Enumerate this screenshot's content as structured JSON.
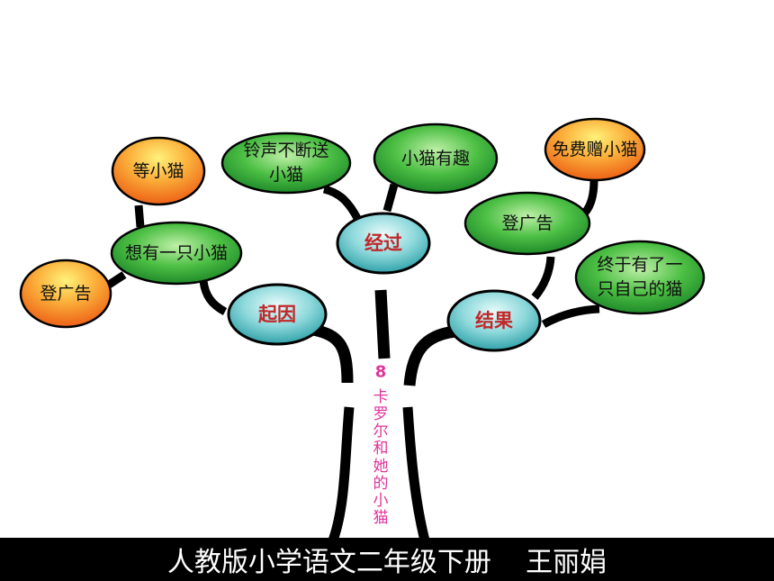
{
  "lesson": {
    "number": "8",
    "title_chars": [
      "卡",
      "罗",
      "尔",
      "和",
      "她",
      "的",
      "小",
      "猫"
    ]
  },
  "branches": {
    "cause": "起因",
    "process": "经过",
    "result": "结果"
  },
  "leaves": {
    "wait_cat": "等小猫",
    "want_cat": "想有一只小猫",
    "ad_left": "登广告",
    "bell_line1": "铃声不断送",
    "bell_line2": "小猫",
    "cat_fun": "小猫有趣",
    "free_gift": "免费赠小猫",
    "ad_right": "登广告",
    "own_cat_line1": "终于有了一",
    "own_cat_line2": "只自己的猫"
  },
  "footer": {
    "text": "人教版小学语文二年级下册    王丽娟"
  },
  "colors": {
    "green_leaf": "#3fb53a",
    "orange_leaf": "#f7941d",
    "teal_key": "#5fc4c9",
    "branch": "#000000",
    "key_text": "#c0282a",
    "title_text": "#e0339a"
  }
}
